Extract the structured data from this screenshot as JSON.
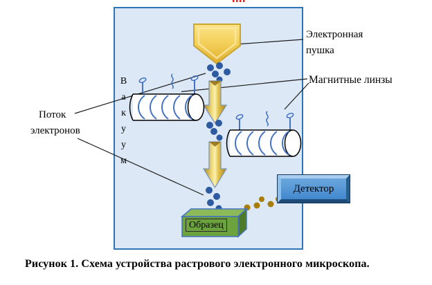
{
  "figure": {
    "caption": "Рисунок 1.  Схема устройства растрового электронного микроскопа."
  },
  "labels": {
    "electron_gun": "Электронная пушка",
    "magnetic_lenses": "Магнитные линзы",
    "electron_beam": "Поток электронов",
    "vacuum": "Вакуум",
    "detector": "Детектор",
    "sample": "Образец"
  },
  "colors": {
    "chamber_fill": "#dce8f5",
    "chamber_border": "#2e75b6",
    "gun_gold": "#f3cf58",
    "arrow_gold": "#e3c24a",
    "electron_dot_blue": "#2d5aa0",
    "secondary_dot_gold": "#a87d08",
    "coil_wire_blue": "#4472c4",
    "detector_blue": "#4e94d6",
    "sample_green": "#6da33f"
  }
}
